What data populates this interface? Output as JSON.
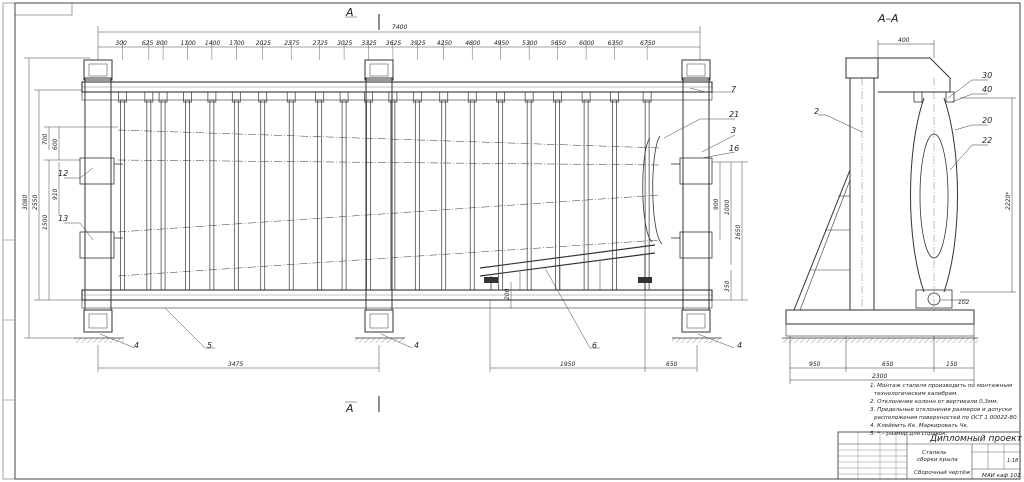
{
  "section_marks": {
    "top": "A",
    "bottom": "A",
    "view_title": "A–A"
  },
  "front_view": {
    "top_dims": [
      "300",
      "625",
      "800",
      "1100",
      "1400",
      "1700",
      "2025",
      "2375",
      "2725",
      "3025",
      "3325",
      "3625",
      "3925",
      "4250",
      "4600",
      "4950",
      "5300",
      "5650",
      "6000",
      "6350",
      "6750"
    ],
    "overall_width": "7400",
    "left_dims": [
      "3080",
      "2550",
      "700",
      "600",
      "910",
      "1500"
    ],
    "right_dims": [
      "900",
      "1000",
      "1650",
      "350"
    ],
    "dim_inner_200": "200",
    "bottom_dims": [
      "3475",
      "1950",
      "650"
    ],
    "callouts": [
      "7",
      "21",
      "3",
      "16",
      "12",
      "13",
      "4",
      "5",
      "4",
      "6",
      "4"
    ]
  },
  "side_view": {
    "dims": [
      "400",
      "2220*",
      "102",
      "950",
      "650",
      "150",
      "2300"
    ],
    "callouts": [
      "2",
      "30",
      "40",
      "20",
      "22"
    ]
  },
  "notes": [
    "1. Монтаж стапеля производить по монтажным",
    "технологическим калибрам.",
    "2. Отклонение колонн от вертикали 0,3мм.",
    "3. Предельные отклонения размеров и допуски",
    "расположения поверхностей по ОСТ 1 00022-80.",
    "4. Клеймить Кк. Маркировать Чк.",
    "5. * – размер для справок."
  ],
  "title_block": {
    "project": "Дипломный проект",
    "name_line1": "Стапель",
    "name_line2": "сборки крыла",
    "drawing_type": "Сборочный чертёж",
    "scale": "1:18",
    "org": "МАИ каф 101"
  }
}
